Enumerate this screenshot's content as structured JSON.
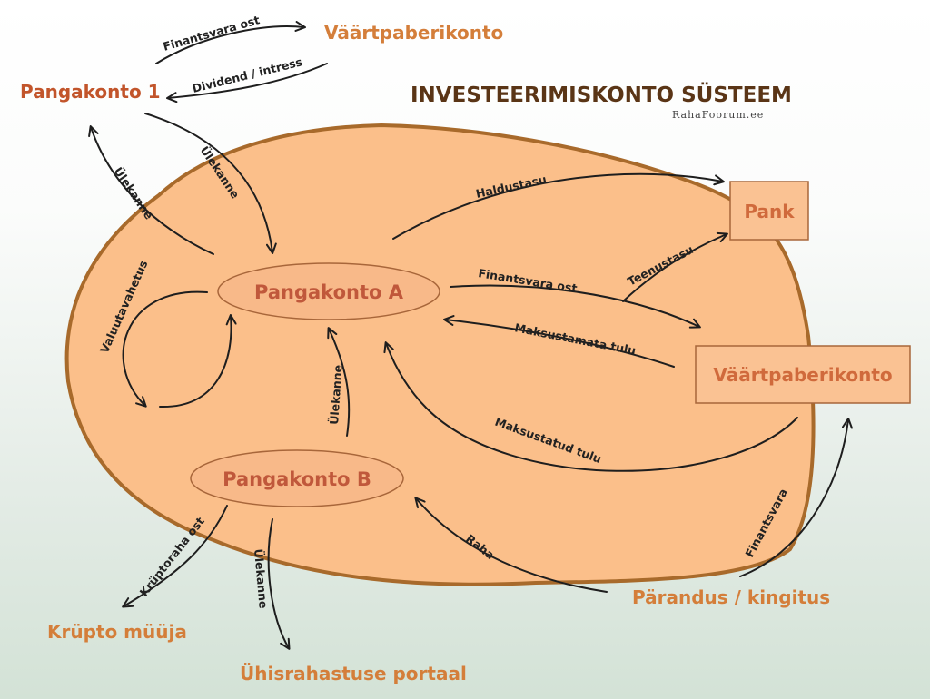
{
  "title": "INVESTEERIMISKONTO SÜSTEEM",
  "subtitle": "RahaFoorum.ee",
  "colors": {
    "blob_fill": "#fbbf8a",
    "blob_stroke": "#a86a2b",
    "node_fill": "#f8b989",
    "box_fill": "#fac293",
    "external_text": "#d47e3a",
    "title_text": "#5a3516"
  },
  "nodes": {
    "pangakonto_a": "Pangakonto A",
    "pangakonto_b": "Pangakonto B",
    "pank": "Pank",
    "vaartpaberikonto_inner": "Väärtpaberikonto"
  },
  "external": {
    "pangakonto_1": "Pangakonto 1",
    "vaartpaberikonto_top": "Väärtpaberikonto",
    "krupto_muuja": "Krüpto müüja",
    "uhisrahastuse_portaal": "Ühisrahastuse portaal",
    "parandus_kingitus": "Pärandus / kingitus"
  },
  "arrows": {
    "finantsvara_ost_top": "Finantsvara ost",
    "dividend_intress": "Dividend / intress",
    "ulekanne_out_1": "Ülekanne",
    "ulekanne_in_a": "Ülekanne",
    "haldustasu": "Haldustasu",
    "teenustasu": "Teenustasu",
    "finantsvara_ost_inner": "Finantsvara ost",
    "maksustamata_tulu": "Maksustamata tulu",
    "maksustatud_tulu": "Maksustatud tulu",
    "valuutavahetus": "Valuutavahetus",
    "ulekanne_b_to_a": "Ülekanne",
    "kruptoraha_ost": "Krüptoraha ost",
    "ulekanne_portaal": "Ülekanne",
    "raha": "Raha",
    "finantsvara": "Finantsvara"
  }
}
